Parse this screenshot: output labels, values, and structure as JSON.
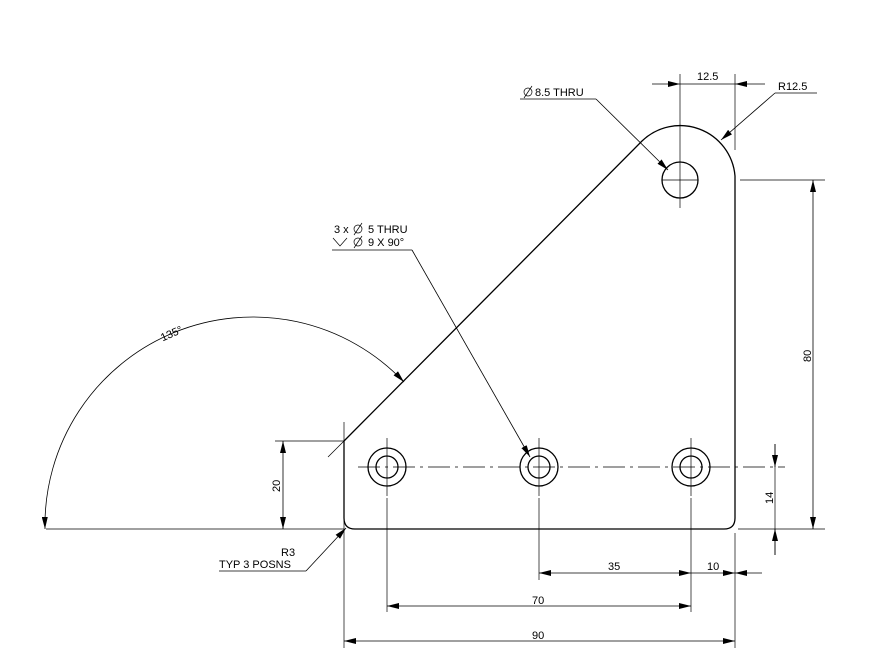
{
  "labels": {
    "top_width": "12.5",
    "top_radius": "R12.5",
    "top_hole": "8.5 THRU",
    "holes_note_line1": "3 x",
    "holes_note_line1b": "5 THRU",
    "holes_note_line2": "9 X 90°",
    "angle": "135°",
    "height_total": "80",
    "left_height": "20",
    "hole_row_height": "14",
    "corner_radius": "R3",
    "corner_note": "TYP 3 POSNS",
    "spacing_35": "35",
    "edge_10": "10",
    "spacing_70": "70",
    "overall_90": "90"
  },
  "icons": {
    "diameter": "diameter-icon",
    "countersink": "countersink-icon"
  }
}
